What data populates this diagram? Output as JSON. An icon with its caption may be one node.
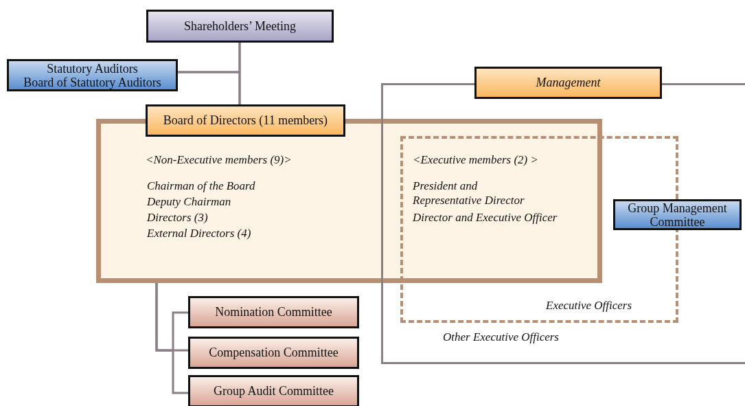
{
  "diagram": {
    "nodes": [
      {
        "text": [
          "Shareholders’ Meeting"
        ]
      },
      {
        "text": [
          "Statutory Auditors",
          "Board of Statutory Auditors"
        ]
      },
      {
        "text": [
          "Management"
        ]
      },
      {
        "text": [
          "Other Executive Officers"
        ]
      },
      {
        "text": [
          "Board of Directors (11 members)",
          "<Non-Executive members (9)>",
          "Chairman of the Board",
          "Deputy Chairman",
          "Directors (3)",
          "External Directors (4)"
        ]
      },
      {
        "text": [
          "<Executive members (2) >",
          "President and Representative Director",
          "Director and Executive Officer",
          "Executive Officers"
        ],
        "in": 3
      },
      {
        "text": [
          "Group Management Committee"
        ],
        "in": 3
      },
      {
        "text": [
          "Nomination Committee"
        ]
      },
      {
        "text": [
          "Compensation Committee"
        ]
      },
      {
        "text": [
          "Group Audit Committee"
        ]
      }
    ],
    "edges": [
      {
        "from": 0,
        "to": 4,
        "arrow": "none"
      },
      {
        "from": 1,
        "to": 0,
        "arrow": "none"
      },
      {
        "from": 1,
        "to": 4,
        "arrow": "none"
      },
      {
        "from": 4,
        "to": 7,
        "arrow": "none"
      },
      {
        "from": 4,
        "to": 8,
        "arrow": "none"
      },
      {
        "from": 4,
        "to": 9,
        "arrow": "none"
      }
    ]
  }
}
